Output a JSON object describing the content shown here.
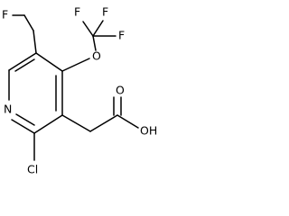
{
  "molecule": {
    "atoms": {
      "f_fluoromethyl": "F",
      "f_cf3_top_left": "F",
      "f_cf3_top_right": "F",
      "f_cf3_right": "F",
      "o_ether": "O",
      "n_ring": "N",
      "cl": "Cl",
      "o_carbonyl": "O",
      "oh": "OH"
    }
  }
}
